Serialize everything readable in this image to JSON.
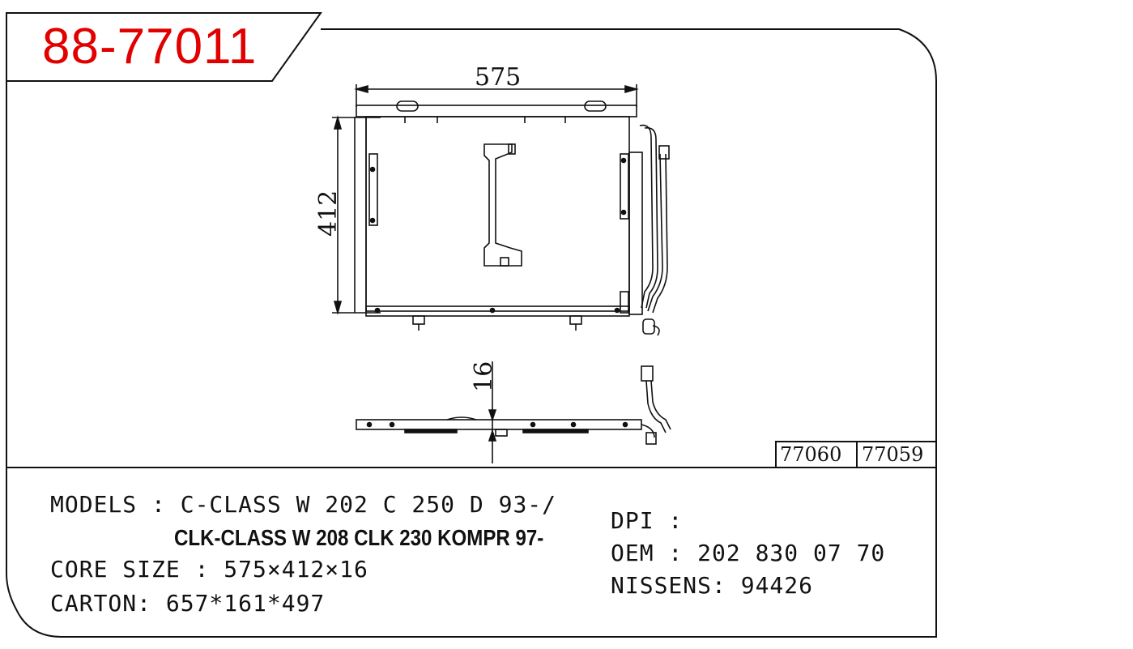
{
  "part_number": "88-77011",
  "dimensions": {
    "width": "575",
    "height": "412",
    "thickness": "16"
  },
  "reference_numbers": [
    "77060",
    "77059"
  ],
  "specs": {
    "models_line1": "MODELS : C-CLASS W 202 C 250 D 93-/",
    "models_line2": "CLK-CLASS W 208 CLK 230 KOMPR 97-",
    "core_size": "CORE SIZE : 575×412×16",
    "carton": "CARTON: 657*161*497",
    "dpi": "DPI :",
    "oem": "OEM : 202 830 07 70",
    "nissens": "NISSENS: 94426"
  },
  "colors": {
    "part_number": "#e10000",
    "lines": "#111111"
  }
}
